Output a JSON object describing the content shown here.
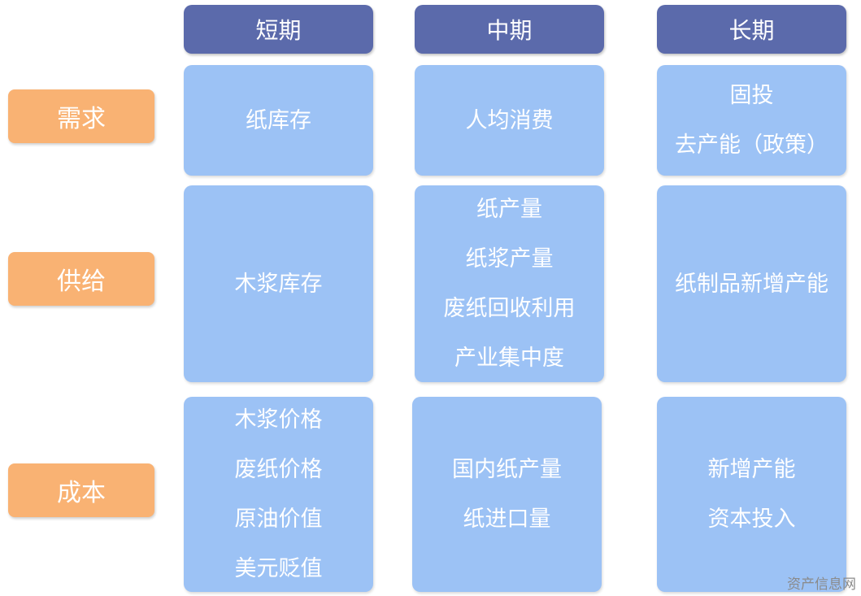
{
  "columns": [
    "短期",
    "中期",
    "长期"
  ],
  "rows": [
    "需求",
    "供给",
    "成本"
  ],
  "cells": [
    [
      [
        "纸库存"
      ],
      [
        "人均消费"
      ],
      [
        "固投",
        "去产能（政策）"
      ]
    ],
    [
      [
        "木浆库存"
      ],
      [
        "纸产量",
        "纸浆产量",
        "废纸回收利用",
        "产业集中度"
      ],
      [
        "纸制品新增产能"
      ]
    ],
    [
      [
        "木浆价格",
        "废纸价格",
        "原油价值",
        "美元贬值"
      ],
      [
        "国内纸产量",
        "纸进口量"
      ],
      [
        "新增产能",
        "资本投入"
      ]
    ]
  ],
  "watermark": "资产信息网",
  "colors": {
    "header": "#5b6aab",
    "row_label": "#f9b273",
    "cell": "#9cc2f5",
    "text": "#ffffff"
  }
}
